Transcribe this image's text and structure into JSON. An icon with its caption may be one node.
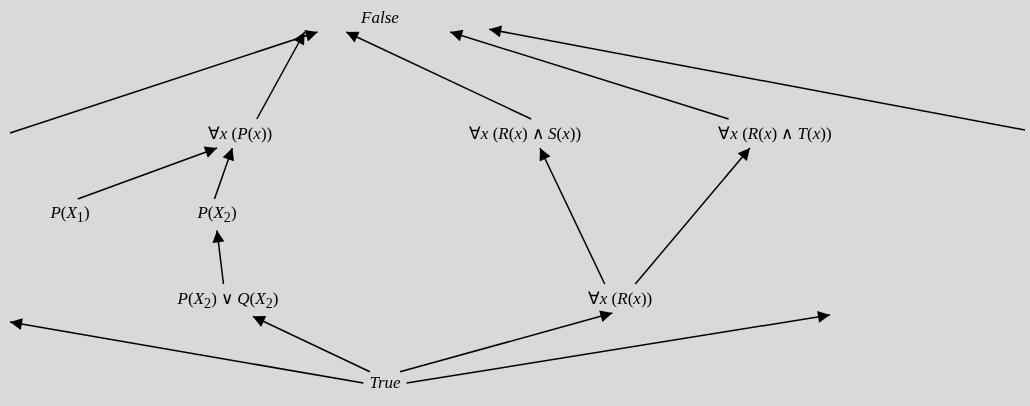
{
  "diagram": {
    "nodes": [
      {
        "text": [
          "*False*"
        ]
      },
      {
        "text": [
          "∀*x* (*P*(*x*))"
        ]
      },
      {
        "text": [
          "∀*x* (*R*(*x*) ∧ *S*(*x*))"
        ]
      },
      {
        "text": [
          "∀*x* (*R*(*x*) ∧ *T*(*x*))"
        ]
      },
      {
        "text": [
          "*P*(*X*$_{1}$)"
        ]
      },
      {
        "text": [
          "*P*(*X*$_{2}$)"
        ]
      },
      {
        "text": [
          "*P*(*X*$_{2}$) ∨ *Q*(*X*$_{2}$)"
        ]
      },
      {
        "text": [
          "∀*x* (*R*(*x*))"
        ]
      },
      {
        "text": [
          "*True*"
        ]
      }
    ],
    "edges": [
      {
        "from": null,
        "to": 0,
        "arrow": "to"
      },
      {
        "from": 1,
        "to": 0,
        "arrow": "to"
      },
      {
        "from": 2,
        "to": 0,
        "arrow": "to"
      },
      {
        "from": 3,
        "to": 0,
        "arrow": "to"
      },
      {
        "from": null,
        "to": 0,
        "arrow": "to"
      },
      {
        "from": 4,
        "to": 1,
        "arrow": "to"
      },
      {
        "from": 5,
        "to": 1,
        "arrow": "to"
      },
      {
        "from": 6,
        "to": 5,
        "arrow": "to"
      },
      {
        "from": 7,
        "to": 2,
        "arrow": "to"
      },
      {
        "from": 7,
        "to": 3,
        "arrow": "to"
      },
      {
        "from": 8,
        "to": null,
        "arrow": "to"
      },
      {
        "from": 8,
        "to": 6,
        "arrow": "to"
      },
      {
        "from": 8,
        "to": 7,
        "arrow": "to"
      },
      {
        "from": 8,
        "to": null,
        "arrow": "to"
      }
    ]
  }
}
